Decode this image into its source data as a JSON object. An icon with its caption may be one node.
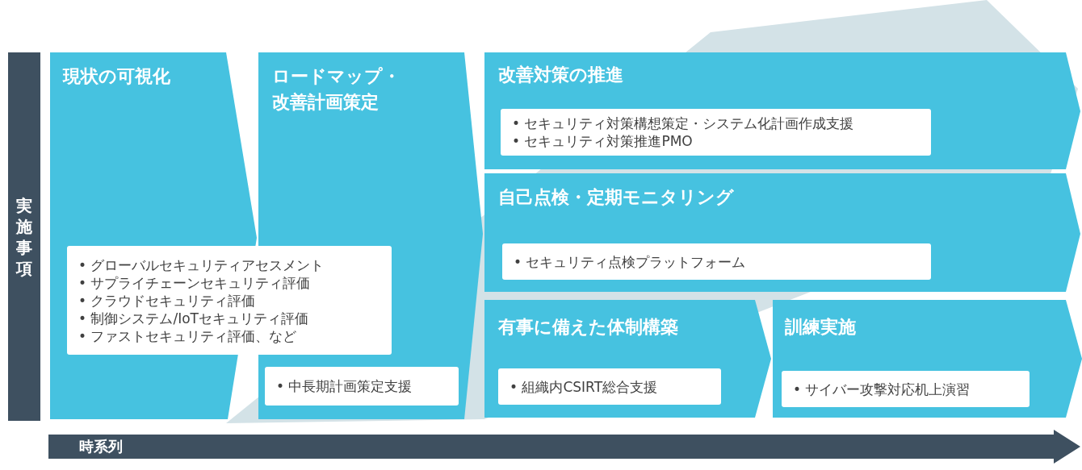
{
  "diagram": {
    "nodes": [
      {
        "text": [
          "実施事項"
        ]
      },
      {
        "text": [
          "時系列"
        ]
      },
      {
        "text": [
          "現状の可視化"
        ]
      },
      {
        "text": [
          "• グローバルセキュリティアセスメント",
          "• サプライチェーンセキュリティ評価",
          "• クラウドセキュリティ評価",
          "• 制御システム/IoTセキュリティ評価",
          "• ファストセキュリティ評価、など"
        ]
      },
      {
        "text": [
          "ロードマップ・改善計画策定"
        ]
      },
      {
        "text": [
          "• 中長期計画策定支援"
        ],
        "in": 4
      },
      {
        "text": [
          "改善対策の推進"
        ]
      },
      {
        "text": [
          "• セキュリティ対策構想策定・システム化計画作成支援",
          "• セキュリティ対策推進PMO"
        ],
        "in": 6
      },
      {
        "text": [
          "自己点検・定期モニタリング"
        ]
      },
      {
        "text": [
          "• セキュリティ点検プラットフォーム"
        ],
        "in": 8
      },
      {
        "text": [
          "有事に備えた体制構築"
        ]
      },
      {
        "text": [
          "• 組織内CSIRT総合支援"
        ],
        "in": 10
      },
      {
        "text": [
          "訓練実施"
        ]
      },
      {
        "text": [
          "• サイバー攻撃対応机上演習"
        ],
        "in": 12
      }
    ]
  }
}
